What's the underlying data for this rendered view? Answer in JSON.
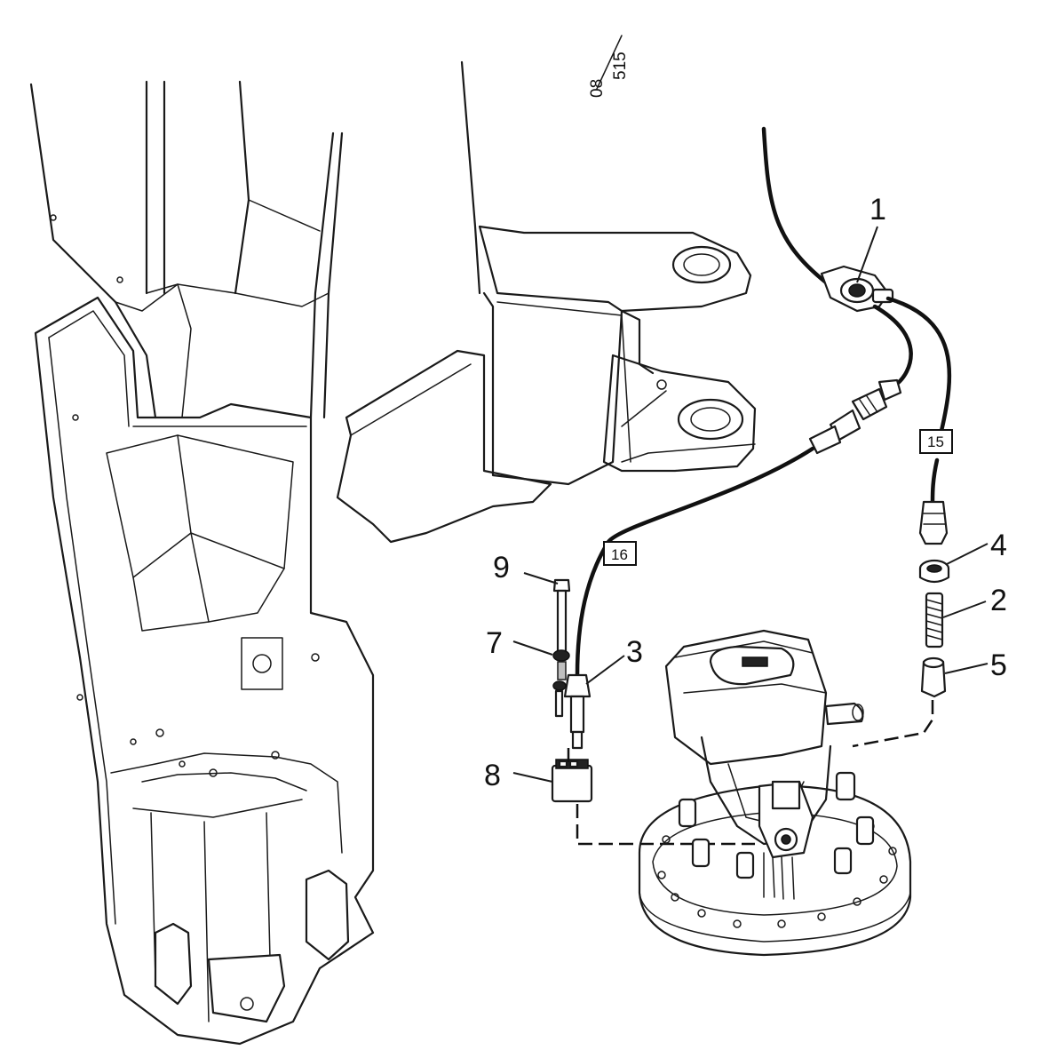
{
  "page_ref": {
    "numerator": "08",
    "denominator": "515"
  },
  "callouts": [
    {
      "id": "1",
      "label": "1"
    },
    {
      "id": "2",
      "label": "2"
    },
    {
      "id": "3",
      "label": "3"
    },
    {
      "id": "4",
      "label": "4"
    },
    {
      "id": "5",
      "label": "5"
    },
    {
      "id": "7",
      "label": "7"
    },
    {
      "id": "8",
      "label": "8"
    },
    {
      "id": "9",
      "label": "9"
    }
  ],
  "cable_tags": [
    {
      "id": "15",
      "label": "15"
    },
    {
      "id": "16",
      "label": "16"
    }
  ]
}
